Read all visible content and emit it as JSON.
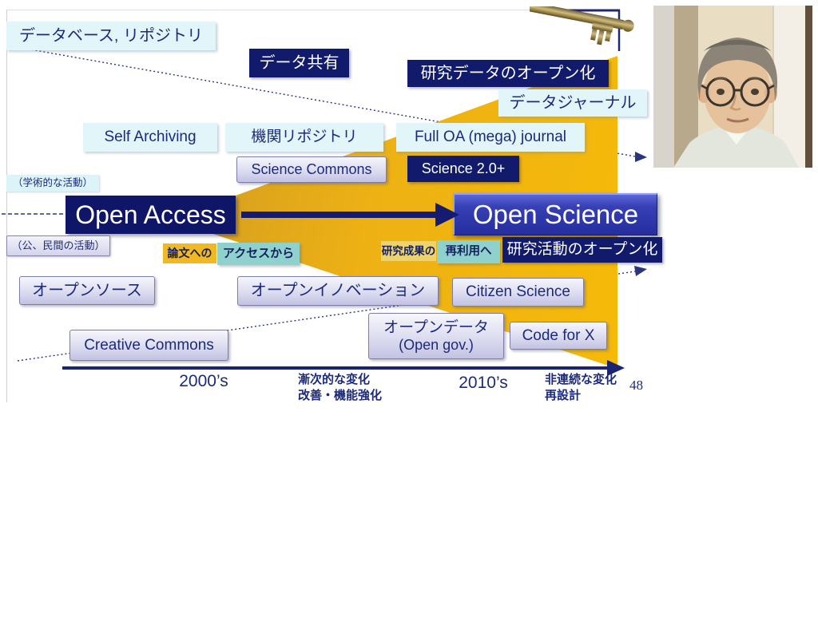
{
  "slide": {
    "page_number": "48",
    "boxes": {
      "database_repository": {
        "label": "データベース, リポジトリ"
      },
      "data_sharing": {
        "label": "データ共有"
      },
      "research_data_open": {
        "label": "研究データのオープン化"
      },
      "data_journal": {
        "label": "データジャーナル"
      },
      "self_archiving": {
        "label": "Self Archiving"
      },
      "institutional_repository": {
        "label": "機関リポジトリ"
      },
      "full_oa_journal": {
        "label": "Full OA (mega) journal"
      },
      "science_commons": {
        "label": "Science Commons"
      },
      "science_2_0": {
        "label": "Science 2.0+"
      },
      "academic_activity": {
        "label": "（学術的な活動）"
      },
      "open_access": {
        "label": "Open Access"
      },
      "open_science": {
        "label": "Open Science"
      },
      "public_private_activity": {
        "label": "（公、民間の活動）"
      },
      "from_papers": {
        "label": "論文への"
      },
      "from_access": {
        "label": "アクセスから"
      },
      "research_outputs": {
        "label": "研究成果の"
      },
      "to_reuse": {
        "label": "再利用へ"
      },
      "research_activity_open": {
        "label": "研究活動のオープン化"
      },
      "open_source": {
        "label": "オープンソース"
      },
      "open_innovation": {
        "label": "オープンイノベーション"
      },
      "citizen_science": {
        "label": "Citizen Science"
      },
      "open_data": {
        "label": "オープンデータ",
        "label2": "(Open gov.)"
      },
      "code_for_x": {
        "label": "Code for X"
      },
      "creative_commons": {
        "label": "Creative Commons"
      }
    },
    "timeline": {
      "era_2000s": "2000’s",
      "gradual_change_line1": "漸次的な変化",
      "gradual_change_line2": "改善・機能強化",
      "era_2010s": "2010’s",
      "discontinuous_change_line1": "非連続な変化",
      "discontinuous_change_line2": "再設計"
    },
    "icons": {
      "key": "golden-key-photo",
      "portrait": "speaker-portrait-photo",
      "dotted_arrows": "dotted-arrow-right"
    },
    "colors": {
      "navy_box": "#121a6c",
      "cyan_box": "#e2f5f9",
      "lavender_box": "#dcdcf0",
      "gold_triangle": "#f0b10e",
      "gold_box": "#f2b822",
      "teal_box": "#8ed1cd",
      "open_science_blue": "#2f38ae",
      "text_navy": "#1c2a7c"
    }
  }
}
